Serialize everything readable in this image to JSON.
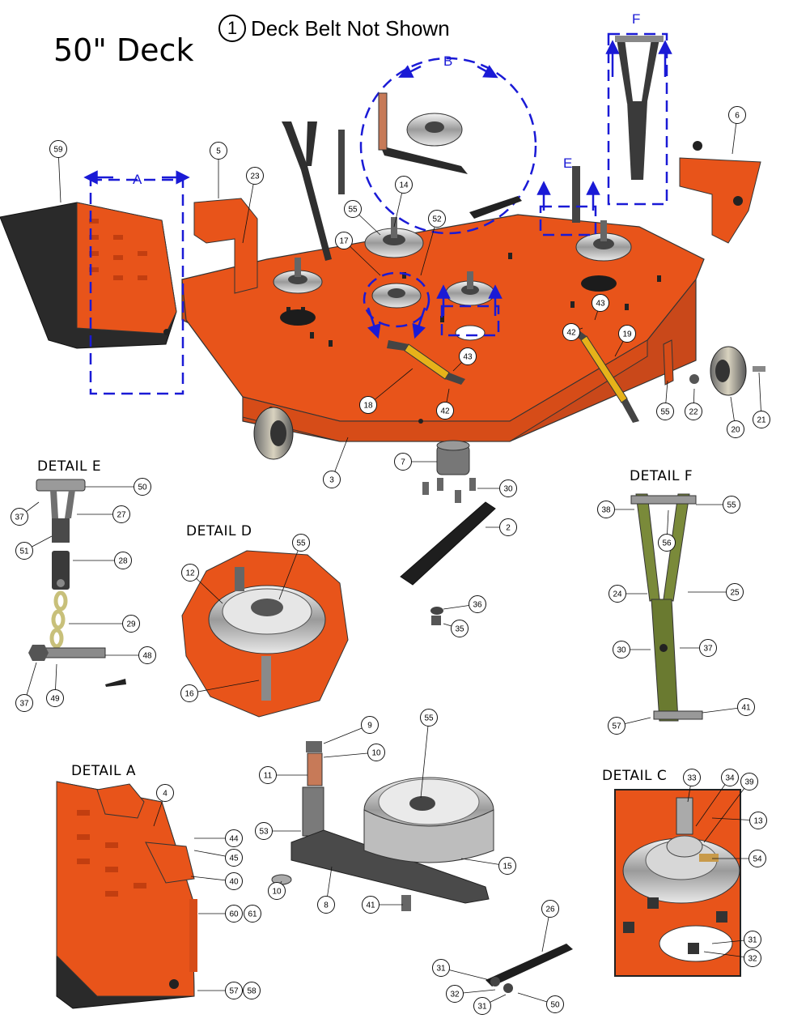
{
  "title": "50\" Deck",
  "note": {
    "number": "1",
    "text": "Deck Belt Not Shown"
  },
  "views": [
    "A",
    "B",
    "C",
    "D",
    "E",
    "F"
  ],
  "details": {
    "a": "DETAIL  A",
    "c": "DETAIL  C",
    "d": "DETAIL  D",
    "e": "DETAIL  E",
    "f": "DETAIL  F"
  },
  "callouts": [
    "59",
    "5",
    "23",
    "6",
    "14",
    "55",
    "52",
    "17",
    "43",
    "42",
    "19",
    "18",
    "43",
    "42",
    "55",
    "22",
    "20",
    "21",
    "3",
    "7",
    "30",
    "2",
    "36",
    "35",
    "50",
    "37",
    "27",
    "51",
    "28",
    "29",
    "48",
    "37",
    "49",
    "55",
    "12",
    "16",
    "38",
    "55",
    "56",
    "24",
    "25",
    "30",
    "37",
    "41",
    "57",
    "4",
    "44",
    "45",
    "40",
    "60",
    "61",
    "57",
    "58",
    "9",
    "10",
    "11",
    "53",
    "10",
    "8",
    "41",
    "55",
    "15",
    "26",
    "31",
    "32",
    "31",
    "50",
    "33",
    "34",
    "39",
    "13",
    "54",
    "31",
    "32"
  ],
  "colors": {
    "deck_orange": "#e8541a",
    "deck_dark": "#b83e10",
    "callout_blue": "#1a1ad6",
    "rubber_black": "#2a2a2a"
  }
}
